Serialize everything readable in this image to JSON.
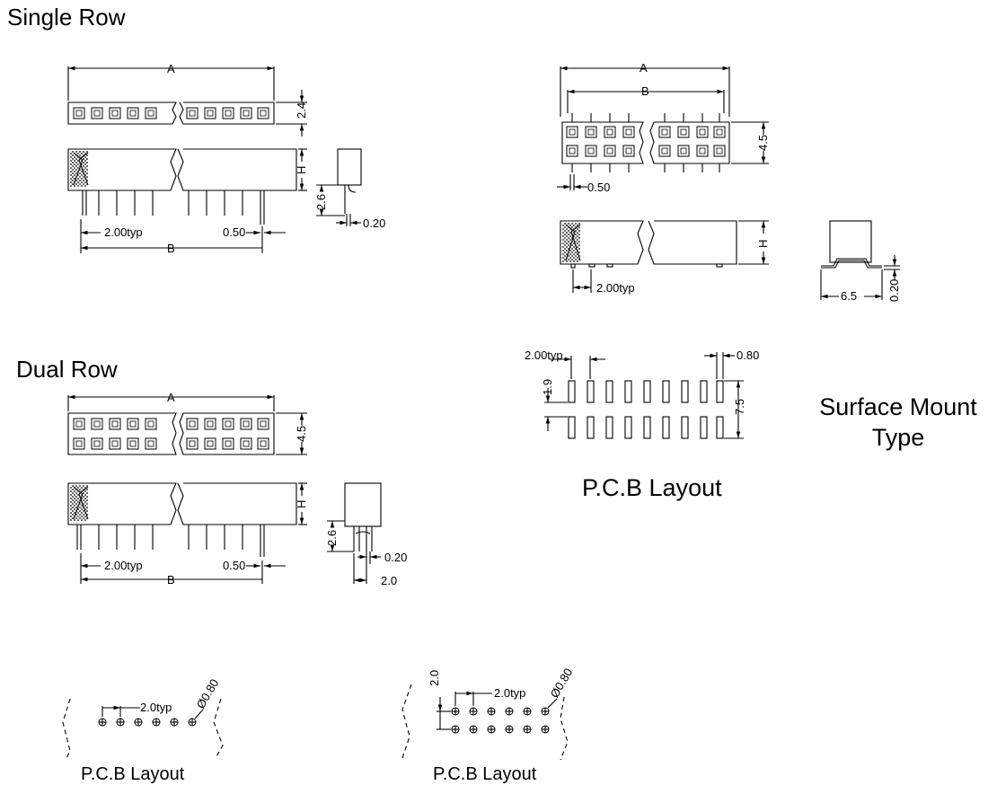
{
  "headings": {
    "single_row": "Single Row",
    "dual_row": "Dual Row",
    "smt_line1": "Surface Mount",
    "smt_line2": "Type",
    "pcb_smt": "P.C.B Layout",
    "pcb_single": "P.C.B Layout",
    "pcb_dual": "P.C.B Layout"
  },
  "dims": {
    "A": "A",
    "B": "B",
    "H": "H",
    "h_2_4": "2.4",
    "h_4_5": "4.5",
    "pitch_typ": "2.00typ",
    "d_0_50": "0.50",
    "d_0_20": "0.20",
    "d_2_6": "2.6",
    "d_2_0": "2.0",
    "d_6_5": "6.5",
    "d_0_80": "0.80",
    "d_1_9": "1.9",
    "d_7_5": "7.5",
    "pitch_2_0typ": "2.0typ",
    "hole_dia": "Ø0.80"
  }
}
